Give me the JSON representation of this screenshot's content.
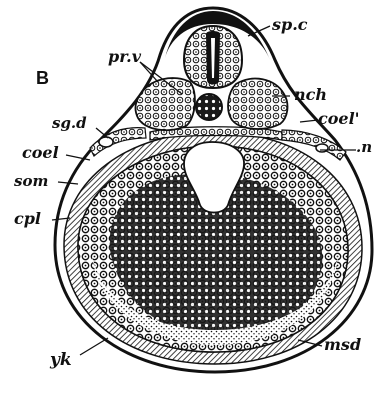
{
  "figure": {
    "panel_label": "B",
    "labels": {
      "spc": "sp.c",
      "prv": "pr.v",
      "nch": "nch",
      "sgd": "sg.d",
      "coel_prime": "coel'",
      "coel": "coel",
      "n": ".n",
      "som": "som",
      "spl": "cpl",
      "yk": "yk",
      "msd": "msd"
    },
    "colors": {
      "ink": "#111111",
      "paper": "#ffffff"
    }
  }
}
